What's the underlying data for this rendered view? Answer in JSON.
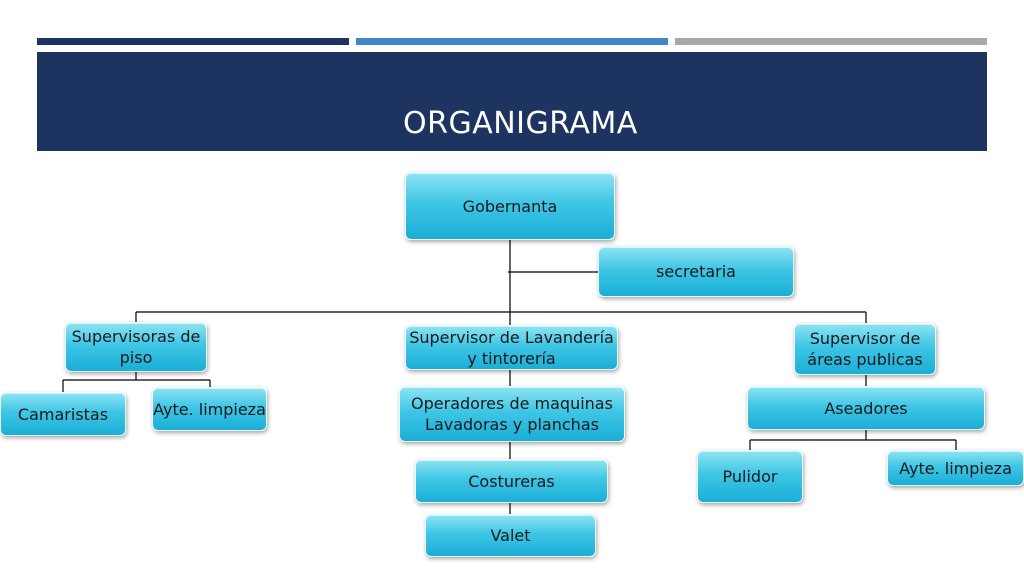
{
  "slide": {
    "title": "ORGANIGRAMA"
  },
  "org": {
    "gobernanta": "Gobernanta",
    "secretaria": "secretaria",
    "supervisoras_piso": "Supervisoras de piso",
    "supervisor_lavanderia": "Supervisor de Lavandería y tintorería",
    "supervisor_areas": "Supervisor de áreas publicas",
    "camaristas": "Camaristas",
    "ayte_limpieza_piso": "Ayte. limpieza",
    "operadores": "Operadores de maquinas Lavadoras y planchas",
    "costureras": "Costureras",
    "valet": "Valet",
    "aseadores": "Aseadores",
    "pulidor": "Pulidor",
    "ayte_limpieza_areas": "Ayte. limpieza"
  },
  "colors": {
    "header": "#1d3461",
    "accent_dark": "#1d3461",
    "accent_mid": "#3f88c5",
    "accent_gray": "#a5a8ad",
    "node_fill": "#3fc6e6"
  }
}
